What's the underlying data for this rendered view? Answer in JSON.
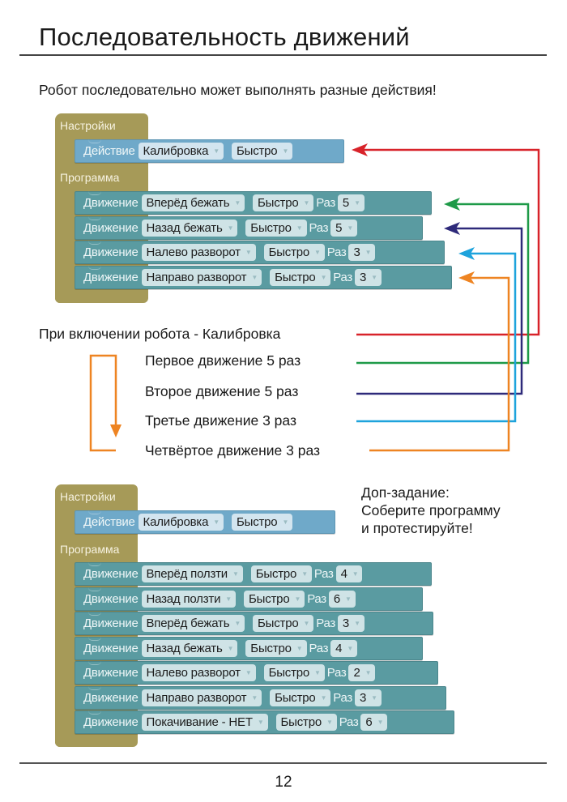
{
  "page": {
    "title": "Последовательность движений",
    "intro": "Робот последовательно может выполнять разные действия!",
    "page_number": "12"
  },
  "colors": {
    "hat_block": "#a69a58",
    "action_block": "#6fa9c9",
    "move_block": "#5a9ba1",
    "arrow_calibration": "#d8232a",
    "arrow_first": "#1e9a48",
    "arrow_second": "#2e2a7a",
    "arrow_third": "#1ea3dc",
    "arrow_fourth": "#ee8422"
  },
  "program1": {
    "settings_label": "Настройки",
    "program_label": "Программа",
    "action": {
      "keyword": "Действие",
      "mode": "Калибровка",
      "speed": "Быстро"
    },
    "moves": [
      {
        "keyword": "Движение",
        "move": "Вперёд бежать",
        "speed": "Быстро",
        "times_label": "Раз",
        "times": "5"
      },
      {
        "keyword": "Движение",
        "move": "Назад бежать",
        "speed": "Быстро",
        "times_label": "Раз",
        "times": "5"
      },
      {
        "keyword": "Движение",
        "move": "Налево разворот",
        "speed": "Быстро",
        "times_label": "Раз",
        "times": "3"
      },
      {
        "keyword": "Движение",
        "move": "Направо разворот",
        "speed": "Быстро",
        "times_label": "Раз",
        "times": "3"
      }
    ]
  },
  "legend": [
    "При включении робота - Калибровка",
    "Первое движение 5 раз",
    "Второе движение 5 раз",
    "Третье движение 3 раз",
    "Четвёртое движение 3 раз"
  ],
  "extra_task": {
    "line1": "Доп-задание:",
    "line2": "Соберите программу",
    "line3": "и протестируйте!"
  },
  "program2": {
    "settings_label": "Настройки",
    "program_label": "Программа",
    "action": {
      "keyword": "Действие",
      "mode": "Калибровка",
      "speed": "Быстро"
    },
    "moves": [
      {
        "keyword": "Движение",
        "move": "Вперёд ползти",
        "speed": "Быстро",
        "times_label": "Раз",
        "times": "4"
      },
      {
        "keyword": "Движение",
        "move": "Назад ползти",
        "speed": "Быстро",
        "times_label": "Раз",
        "times": "6"
      },
      {
        "keyword": "Движение",
        "move": "Вперёд бежать",
        "speed": "Быстро",
        "times_label": "Раз",
        "times": "3"
      },
      {
        "keyword": "Движение",
        "move": "Назад бежать",
        "speed": "Быстро",
        "times_label": "Раз",
        "times": "4"
      },
      {
        "keyword": "Движение",
        "move": "Налево разворот",
        "speed": "Быстро",
        "times_label": "Раз",
        "times": "2"
      },
      {
        "keyword": "Движение",
        "move": "Направо разворот",
        "speed": "Быстро",
        "times_label": "Раз",
        "times": "3"
      },
      {
        "keyword": "Движение",
        "move": "Покачивание - НЕТ",
        "speed": "Быстро",
        "times_label": "Раз",
        "times": "6"
      }
    ]
  },
  "icons": {
    "dropdown": "▼"
  }
}
